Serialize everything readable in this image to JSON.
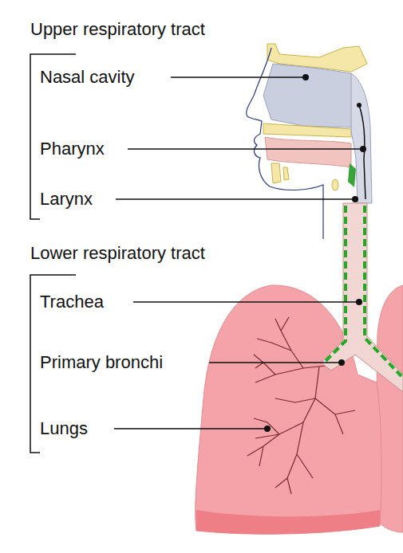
{
  "diagram": {
    "labels": [
      "Upper respiratory tract",
      "Nasal cavity",
      "Pharynx",
      "Larynx",
      "Lower respiratory tract",
      "Trachea",
      "Primary bronchi",
      "Lungs"
    ]
  }
}
